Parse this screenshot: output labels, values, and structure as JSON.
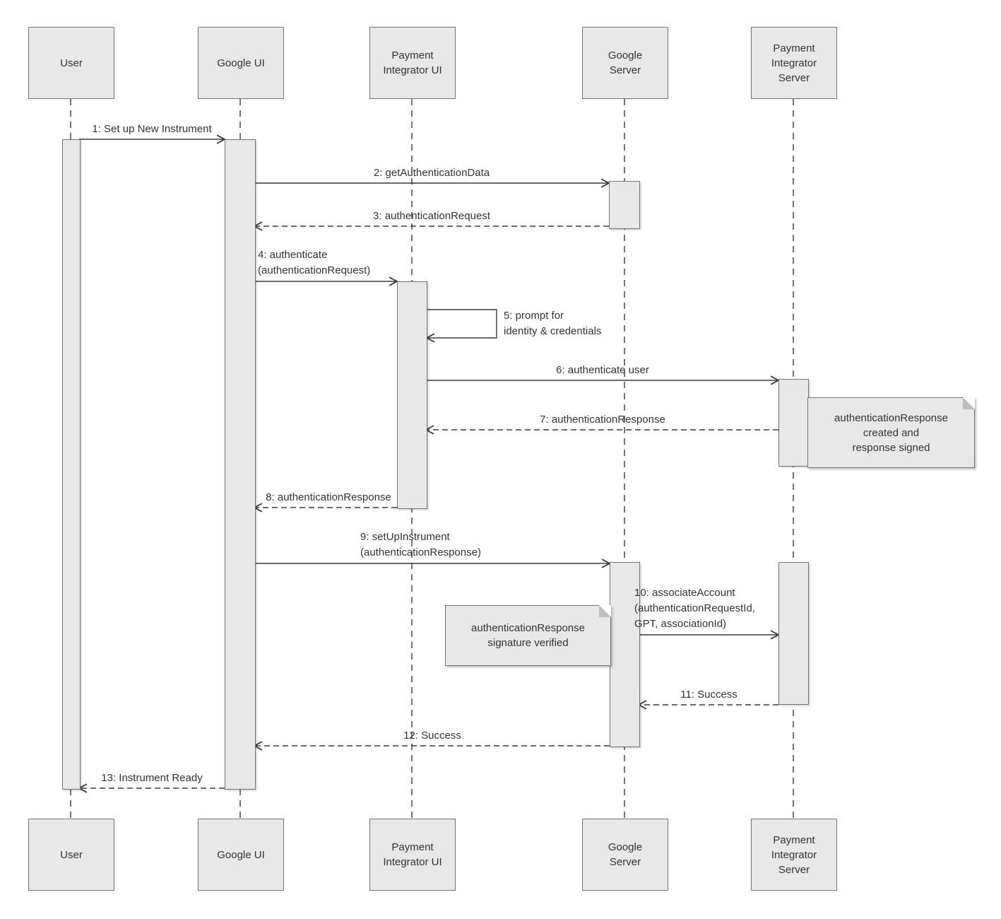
{
  "diagram_type": "uml-sequence",
  "actors": [
    {
      "id": "user",
      "label": "User"
    },
    {
      "id": "google-ui",
      "label": "Google UI"
    },
    {
      "id": "payment-integrator-ui",
      "label": "Payment\nIntegrator UI"
    },
    {
      "id": "google-server",
      "label": "Google\nServer"
    },
    {
      "id": "payment-integrator-server",
      "label": "Payment\nIntegrator\nServer"
    }
  ],
  "messages": {
    "m1": {
      "label": "1: Set up New Instrument",
      "from": "user",
      "to": "google-ui",
      "style": "solid"
    },
    "m2": {
      "label": "2: getAuthenticationData",
      "from": "google-ui",
      "to": "google-server",
      "style": "solid"
    },
    "m3": {
      "label": "3: authenticationRequest",
      "from": "google-server",
      "to": "google-ui",
      "style": "dashed"
    },
    "m4": {
      "label": "4: authenticate\n(authenticationRequest)",
      "from": "google-ui",
      "to": "payment-integrator-ui",
      "style": "solid"
    },
    "m5": {
      "label": "5: prompt for\nidentity & credentials",
      "from": "payment-integrator-ui",
      "to": "payment-integrator-ui",
      "style": "solid"
    },
    "m6": {
      "label": "6: authenticate user",
      "from": "payment-integrator-ui",
      "to": "payment-integrator-server",
      "style": "solid"
    },
    "m7": {
      "label": "7: authenticationResponse",
      "from": "payment-integrator-server",
      "to": "payment-integrator-ui",
      "style": "dashed"
    },
    "m8": {
      "label": "8: authenticationResponse",
      "from": "payment-integrator-ui",
      "to": "google-ui",
      "style": "dashed"
    },
    "m9": {
      "label": "9: setUpInstrument\n(authenticationResponse)",
      "from": "google-ui",
      "to": "google-server",
      "style": "solid"
    },
    "m10": {
      "label": "10: associateAccount\n(authenticationRequestId,\nGPT, associationId)",
      "from": "google-server",
      "to": "payment-integrator-server",
      "style": "solid"
    },
    "m11": {
      "label": "11: Success",
      "from": "payment-integrator-server",
      "to": "google-server",
      "style": "dashed"
    },
    "m12": {
      "label": "12: Success",
      "from": "google-server",
      "to": "google-ui",
      "style": "dashed"
    },
    "m13": {
      "label": "13: Instrument Ready",
      "from": "google-ui",
      "to": "user",
      "style": "dashed"
    }
  },
  "notes": {
    "n1": {
      "text": "authenticationResponse\ncreated and\nresponse signed"
    },
    "n2": {
      "text": "authenticationResponse\nsignature verified"
    }
  },
  "colors": {
    "background": "#ffffff",
    "shape_fill": "#e8e8e8",
    "shape_border": "#737373",
    "line": "#3a3a3a",
    "text": "#333333"
  }
}
